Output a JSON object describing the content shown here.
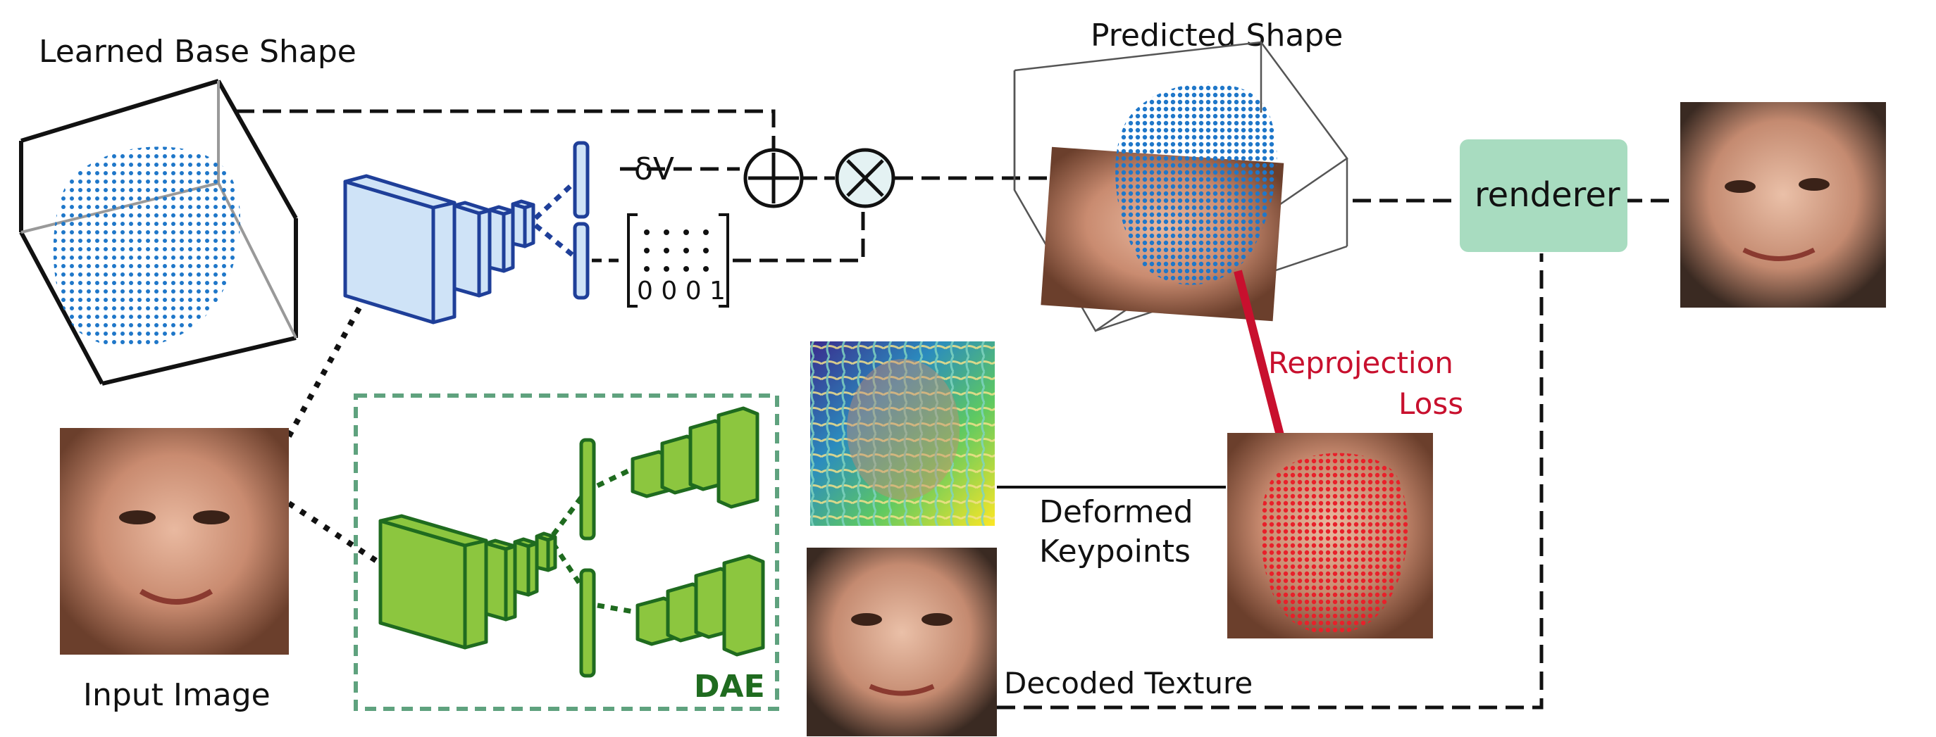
{
  "labels": {
    "learned_base_shape": "Learned Base Shape",
    "predicted_shape": "Predicted Shape",
    "input_image": "Input Image",
    "delta_v": "δV",
    "matrix_last_row": "0 0 0 1",
    "renderer": "renderer",
    "reprojection_line1": "Reprojection",
    "reprojection_line2": "Loss",
    "deformed_line1": "Deformed",
    "deformed_line2": "Keypoints",
    "decoded_texture": "Decoded Texture",
    "dae": "DAE"
  },
  "colors": {
    "encoder_fill": "#cfe3f7",
    "encoder_stroke": "#1f3f99",
    "dae_fill": "#8cc63f",
    "dae_stroke": "#1f6b1f",
    "dae_box": "#5fa27e",
    "renderer_fill": "#a8dcc0",
    "loss_red": "#c8102e",
    "mesh_blue": "#1f77c9",
    "mesh_red": "#e8202a"
  }
}
